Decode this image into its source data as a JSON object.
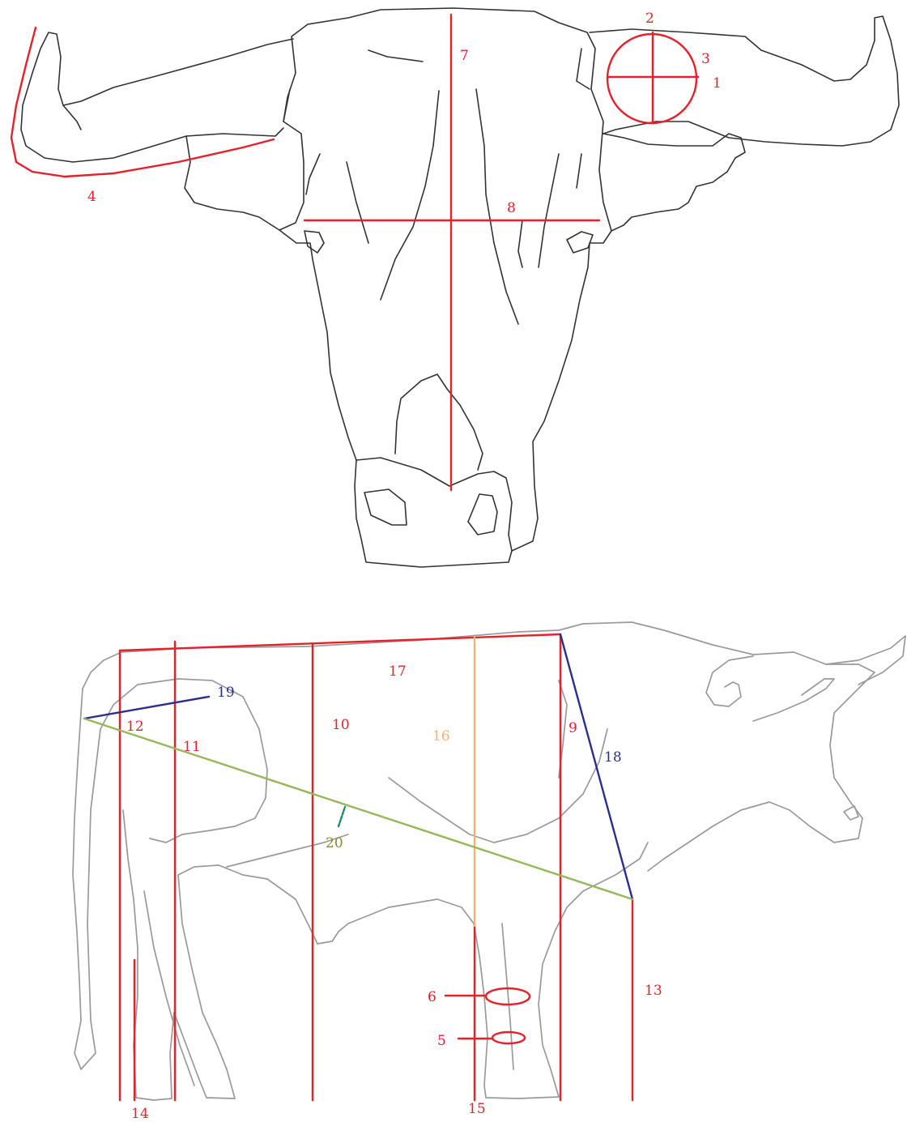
{
  "colors": {
    "red": "#e8202a",
    "blue": "#2a2f8f",
    "orange": "#f4b36b",
    "green": "#95b85a",
    "teal": "#1f8a6a",
    "olive": "#8a8a2a",
    "outline": "#333333",
    "body_outline": "#9a9a9a"
  },
  "head": {
    "labels": {
      "m1": "1",
      "m2": "2",
      "m3": "3",
      "m4": "4",
      "m7": "7",
      "m8": "8"
    }
  },
  "body": {
    "labels": {
      "m5": "5",
      "m6": "6",
      "m9": "9",
      "m10": "10",
      "m11": "11",
      "m12": "12",
      "m13": "13",
      "m14": "14",
      "m15": "15",
      "m16": "16",
      "m17": "17",
      "m18": "18",
      "m19": "19",
      "m20": "20"
    }
  }
}
